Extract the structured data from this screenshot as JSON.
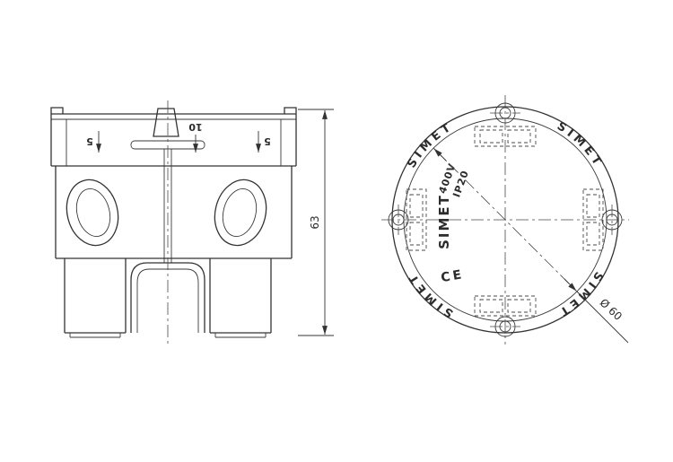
{
  "side_view": {
    "height_dim": "63",
    "emboss_left": "5",
    "emboss_center": "10",
    "emboss_right": "5"
  },
  "top_view": {
    "brand": "SIMET",
    "voltage": "400V",
    "ip_rating": "IP20",
    "ce_mark": "CE",
    "diameter_dim": "Ø 60"
  }
}
